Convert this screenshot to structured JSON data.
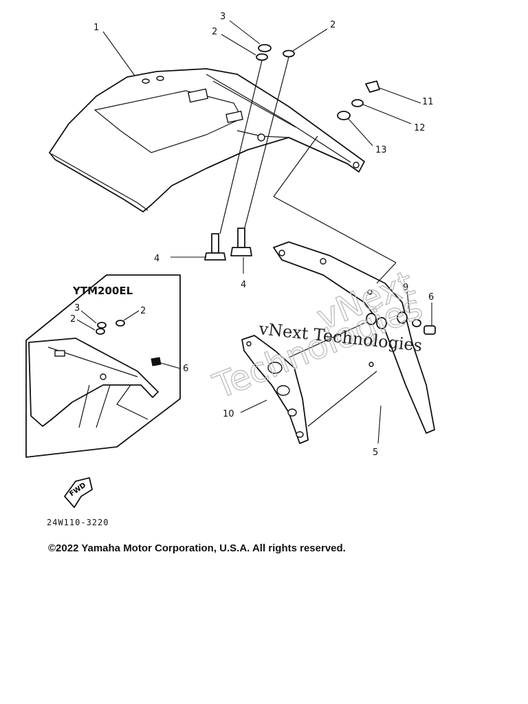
{
  "callouts": {
    "c1": "1",
    "c2a": "2",
    "c2b": "2",
    "c3": "3",
    "c4a": "4",
    "c4b": "4",
    "c5": "5",
    "c6": "6",
    "c9": "9",
    "c10": "10",
    "c11": "11",
    "c12": "12",
    "c13": "13"
  },
  "inset": {
    "title": "YTM200EL",
    "c2a": "2",
    "c2b": "2",
    "c3": "3",
    "c6": "6"
  },
  "fwd_label": "FWD",
  "reference_code": "24W110-3220",
  "watermark": {
    "line": "vNext Technologies",
    "outline_1": "vNext",
    "outline_2": "Technologies"
  },
  "copyright": "©2022 Yamaha Motor Corporation, U.S.A. All rights reserved."
}
